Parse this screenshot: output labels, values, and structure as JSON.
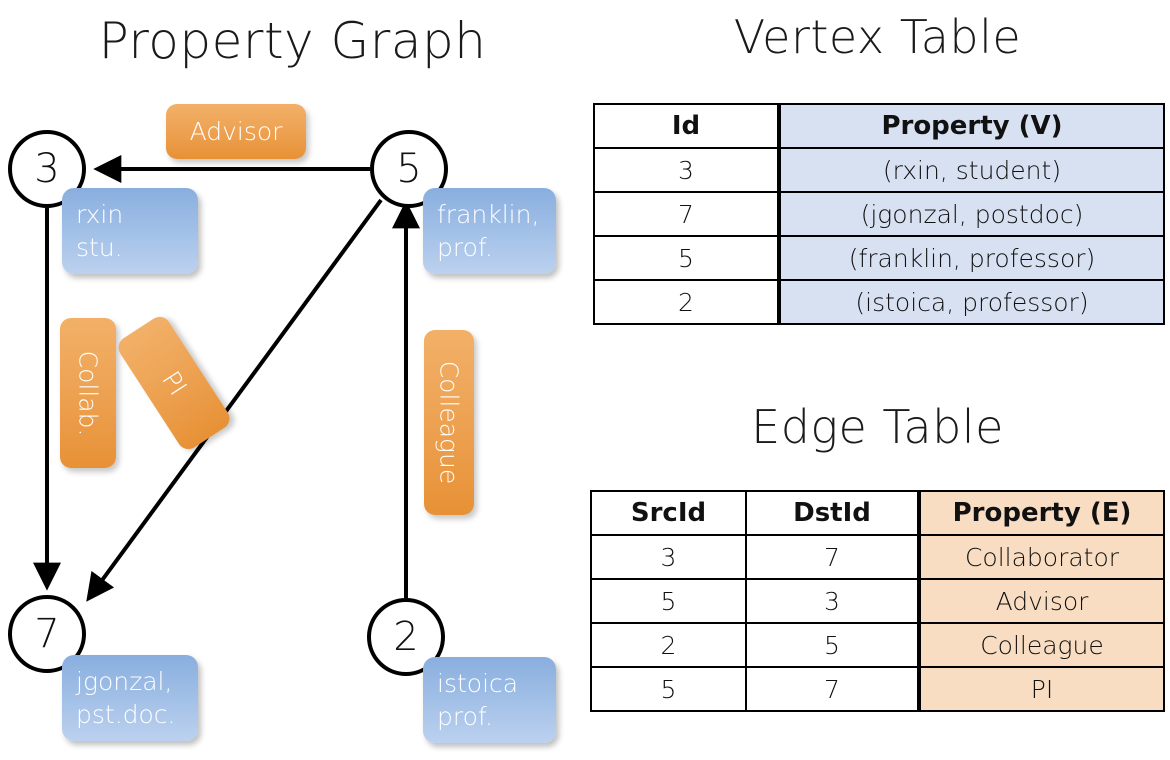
{
  "titles": {
    "property_graph": "Property Graph",
    "vertex_table": "Vertex Table",
    "edge_table": "Edge Table"
  },
  "graph": {
    "nodes": [
      {
        "id": "3",
        "label": "rxin\nstu."
      },
      {
        "id": "5",
        "label": "franklin,\nprof."
      },
      {
        "id": "7",
        "label": "jgonzal,\npst.doc."
      },
      {
        "id": "2",
        "label": "istoica\nprof."
      }
    ],
    "edge_labels": {
      "advisor": "Advisor",
      "collab": "Collab.",
      "pi": "PI",
      "colleague": "Colleague"
    },
    "edges": [
      {
        "from": "5",
        "to": "3",
        "label": "Advisor"
      },
      {
        "from": "3",
        "to": "7",
        "label": "Collab."
      },
      {
        "from": "5",
        "to": "7",
        "label": "PI"
      },
      {
        "from": "2",
        "to": "5",
        "label": "Colleague"
      }
    ]
  },
  "vertex_table": {
    "headers": [
      "Id",
      "Property (V)"
    ],
    "rows": [
      {
        "id": "3",
        "property": "(rxin, student)"
      },
      {
        "id": "7",
        "property": "(jgonzal, postdoc)"
      },
      {
        "id": "5",
        "property": "(franklin, professor)"
      },
      {
        "id": "2",
        "property": "(istoica, professor)"
      }
    ]
  },
  "edge_table": {
    "headers": [
      "SrcId",
      "DstId",
      "Property (E)"
    ],
    "rows": [
      {
        "src": "3",
        "dst": "7",
        "property": "Collaborator"
      },
      {
        "src": "5",
        "dst": "3",
        "property": "Advisor"
      },
      {
        "src": "2",
        "dst": "5",
        "property": "Colleague"
      },
      {
        "src": "5",
        "dst": "7",
        "property": "PI"
      }
    ]
  },
  "colors": {
    "vertex_property_fill": "#D7E1F2",
    "edge_property_fill": "#F8DDC2",
    "vertex_callout": "#9FBEE6",
    "edge_callout": "#EDA252",
    "stroke": "#000000",
    "background": "#FFFFFF"
  }
}
